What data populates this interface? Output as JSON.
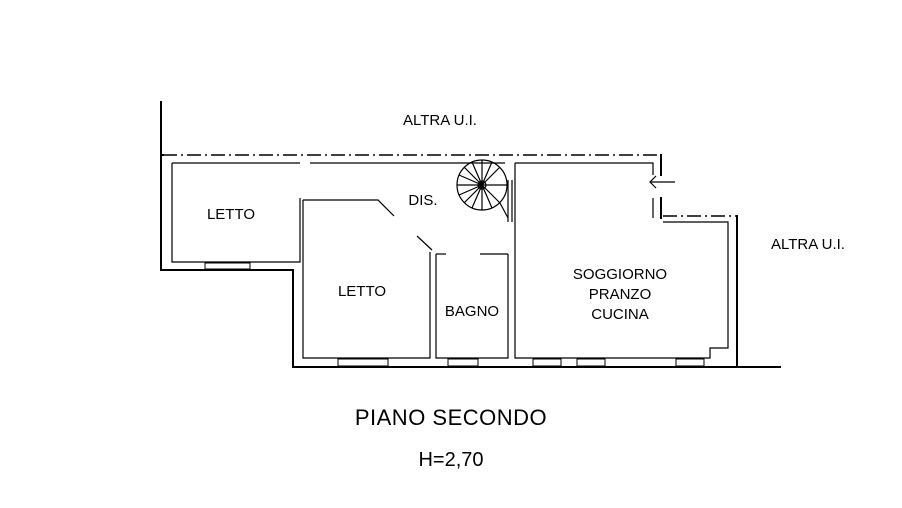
{
  "plan": {
    "rooms": {
      "letto_1": "LETTO",
      "letto_2": "LETTO",
      "dis": "DIS.",
      "bagno": "BAGNO",
      "soggiorno": [
        "SOGGIORNO",
        "PRANZO",
        "CUCINA"
      ]
    },
    "adjacent_top": "ALTRA U.I.",
    "adjacent_right": "ALTRA U.I."
  },
  "caption": {
    "title": "PIANO SECONDO",
    "height": "H=2,70"
  }
}
